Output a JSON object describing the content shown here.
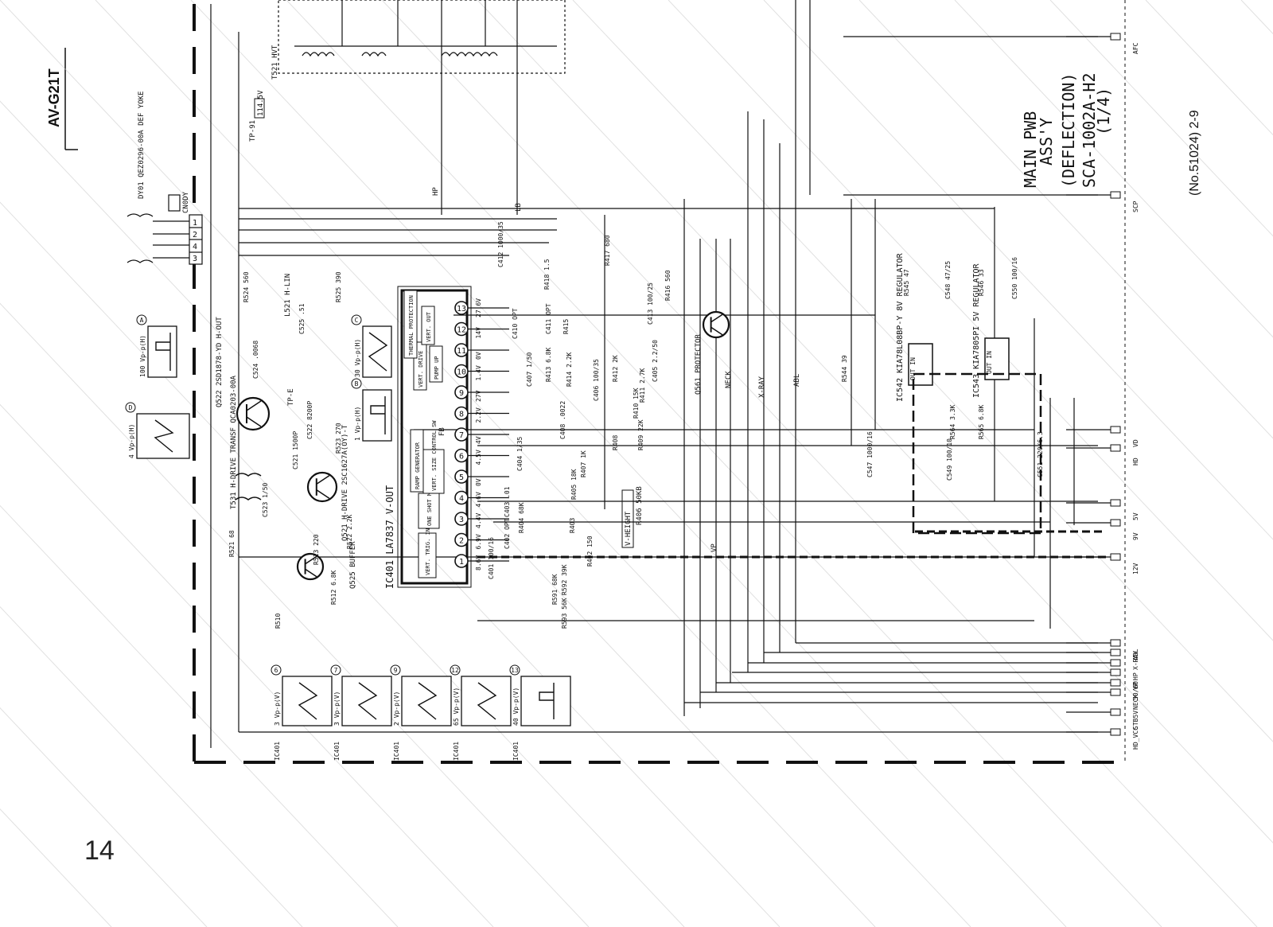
{
  "page": {
    "model": "AV-G21T",
    "page_number": "14",
    "doc_ref": "(No.51024) 2-9"
  },
  "board": {
    "title_line1": "MAIN PWB",
    "title_line2": "ASS'Y",
    "title_line3": "(DEFLECTION)",
    "title_line4": "SCA-1002A-H2",
    "title_line5": "(1/4)"
  },
  "connectors_right": [
    {
      "label": "AFC"
    },
    {
      "label": "SCP"
    },
    {
      "label": "VD"
    },
    {
      "label": "HD"
    },
    {
      "label": "5V"
    },
    {
      "label": "9V"
    },
    {
      "label": "12V"
    },
    {
      "label": "ABL"
    },
    {
      "label": "X-RAY"
    },
    {
      "label": "HP"
    },
    {
      "label": "VP"
    },
    {
      "label": "50/60"
    },
    {
      "label": "NECK"
    },
    {
      "label": "STB5V"
    },
    {
      "label": "HD_VCC"
    }
  ],
  "ic401": {
    "name": "IC401 LA7837 V-OUT",
    "blocks": [
      "VERT. TRIG. INPUT",
      "ONE SHOT MULTI",
      "RAMP GENERATOR",
      "VERT. SIZE CONTROL SW",
      "PUMP UP",
      "VERT. DRIVE",
      "THERMAL PROTECTION",
      "VERT. OUT"
    ],
    "pins": [
      "1",
      "2",
      "3",
      "4",
      "5",
      "6",
      "7",
      "8",
      "9",
      "10",
      "11",
      "12",
      "13"
    ],
    "pin_voltages": [
      "8.6V",
      "6.9V",
      "4.4V",
      "4.6V",
      "0V",
      "4.5V",
      "4V",
      "2.2V",
      "27V",
      "1.4V",
      "0V",
      "14V",
      "27.6V"
    ]
  },
  "components": {
    "q522": "Q522 2SD1878-YD H-OUT",
    "t531": "T531 H-DRIVE TRANSF QCA0203-00A",
    "q521": "Q521 H-DRIVE 2SC1627A(OY)-T",
    "q525": "Q525 BUFFER",
    "q561": "Q561 PROTECTOR",
    "ic542": "IC542 KIA78L08BP-Y 8V REGULATOR",
    "ic543": "IC543 KIA7805PI 5V REGULATOR",
    "dy01": "DY01 QEZ0296-00A DEF YOKE",
    "cn0dy": "CN0DY",
    "t521": "T521 HVT",
    "tp91": "TP-91",
    "tp91_v": "114.5V",
    "tpe": "TP-E",
    "v_height": "V-HEIGHT",
    "r406": "R406 50KB",
    "l521": "L521 H-LIN",
    "x_ray": "X-RAY",
    "neck": "NECK",
    "abl": "ABL",
    "hp": "HP",
    "lb": "LB",
    "vp": "VP",
    "fb": "FB",
    "ic401_ref": "IC401",
    "cap_labels": [
      "C401 100/16",
      "C402 OPT",
      "C403 .01",
      "C404 1/35",
      "C405 2.2/50",
      "C406 100/35",
      "C407 1/50",
      "C408 .0022",
      "C410 OPT",
      "C411 OPT",
      "C412 1000/35",
      "C413 100/25",
      "C521 1500P",
      "C522 8200P",
      "C523 1/50",
      "C524 .0068",
      "C525 .51",
      "C547 1000/16",
      "C548 47/25",
      "C549 100/10",
      "C550 100/16",
      "C551 220/6.3"
    ],
    "res_labels": [
      "R402 150",
      "R403",
      "R404 68K",
      "R405 18K",
      "R407 1K",
      "R408",
      "R409 22K",
      "R410 15K",
      "R411 2.7K",
      "R412 2K",
      "R413 6.8K",
      "R414 2.2K",
      "R415",
      "R416 560",
      "R417 680",
      "R418 1.5",
      "R510",
      "R512 6.8K",
      "R513 220",
      "R521 68",
      "R522 2.2K",
      "R523 270",
      "R524 560",
      "R525 390",
      "R544 39",
      "R545 47",
      "R546 33",
      "R564 3.3K",
      "R565 6.8K",
      "R591 68K",
      "R592 39K",
      "R593 56K"
    ]
  },
  "waveforms": [
    {
      "id": "wf-a",
      "label": "100 Vp-p(H)",
      "tag": "A"
    },
    {
      "id": "wf-b",
      "label": "1 Vp-p(H)",
      "tag": "B"
    },
    {
      "id": "wf-c",
      "label": "30 Vp-p(H)",
      "tag": "C"
    },
    {
      "id": "wf-d",
      "label": "4 Vp-p(H)",
      "tag": "D"
    },
    {
      "id": "wf-6",
      "label": "3 Vp-p(V)",
      "ic": "IC401",
      "tag": "6"
    },
    {
      "id": "wf-7",
      "label": "3 Vp-p(V)",
      "ic": "IC401",
      "tag": "7"
    },
    {
      "id": "wf-9",
      "label": "2 Vp-p(V)",
      "ic": "IC401",
      "tag": "9"
    },
    {
      "id": "wf-12",
      "label": "65 Vp-p(V)",
      "ic": "IC401",
      "tag": "12"
    },
    {
      "id": "wf-13",
      "label": "40 Vp-p(V)",
      "ic": "IC401",
      "tag": "13"
    }
  ],
  "colors": {
    "ink": "#111111",
    "paper": "#ffffff",
    "hatch": "#c8c8c8"
  }
}
